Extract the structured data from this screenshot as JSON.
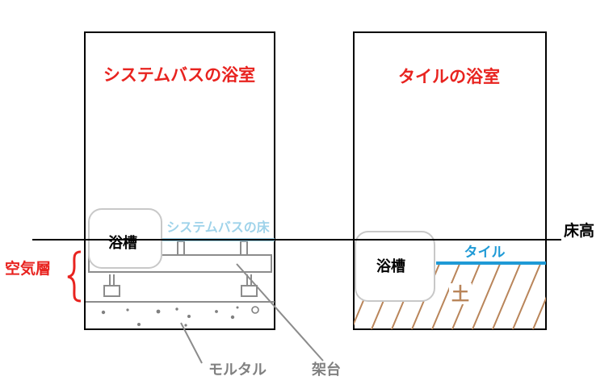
{
  "left_room": {
    "title": "システムバスの浴室",
    "bathtub": "浴槽",
    "floor_label": "システムバスの床"
  },
  "right_room": {
    "title": "タイルの浴室",
    "bathtub": "浴槽",
    "tile_label": "タイル",
    "soil_label": "土"
  },
  "floor_height_label": "床高",
  "air_layer_label": "空気層",
  "mortar_label": "モルタル",
  "stand_label": "架台",
  "colors": {
    "title_red": "#e8231f",
    "floor_blue_light": "#9fd3ea",
    "tile_blue": "#1f9ad6",
    "soil_brown": "#b9855a",
    "gray_lines": "#8c8c8c",
    "gray_text": "#808080",
    "tub_outline": "#c8c8c8"
  }
}
